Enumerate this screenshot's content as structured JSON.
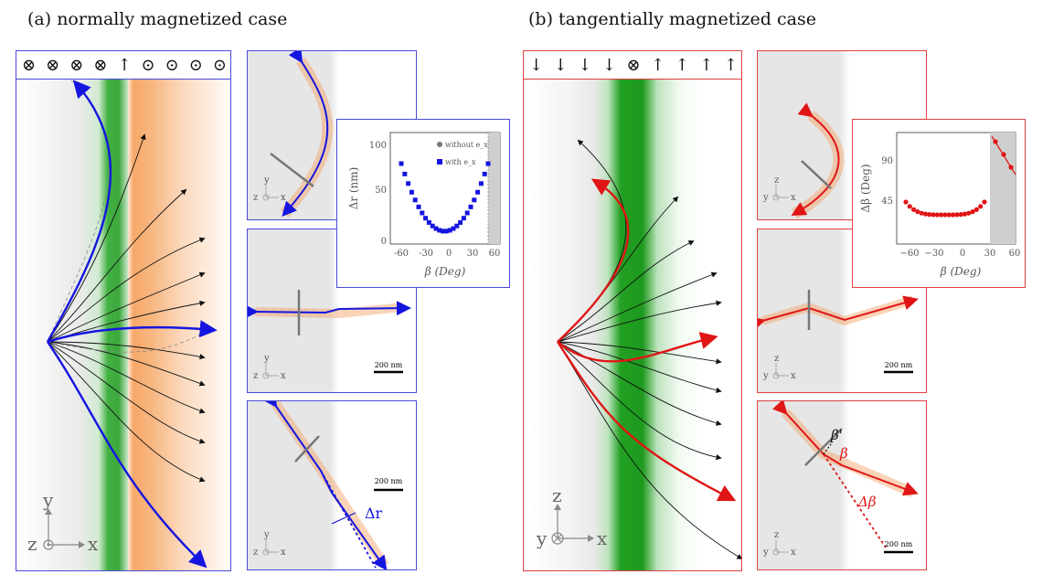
{
  "panel_a": {
    "title": "(a)  normally magnetized case",
    "domain_symbols": [
      "⊗",
      "⊗",
      "⊗",
      "⊗",
      "↑",
      "⊙",
      "⊙",
      "⊙",
      "⊙"
    ],
    "axes": {
      "out": "z",
      "up": "y",
      "right": "x"
    },
    "inset": {
      "ylabel": "Δr (nm)",
      "xlabel": "β (Deg)",
      "yticks": [
        "100",
        "50",
        "0"
      ],
      "xticks": [
        "-60",
        "-30",
        "0",
        "30",
        "60"
      ],
      "legend": [
        "without e_x",
        "with e_x"
      ]
    },
    "scale_label": "200 nm",
    "delta_label": "Δr"
  },
  "panel_b": {
    "title": "(b) tangentially magnetized case",
    "domain_symbols": [
      "↓",
      "↓",
      "↓",
      "↓",
      "⊗",
      "↑",
      "↑",
      "↑",
      "↑"
    ],
    "axes": {
      "out": "y",
      "up": "z",
      "right": "x"
    },
    "inset": {
      "ylabel": "Δβ (Deg)",
      "xlabel": "β (Deg)",
      "yticks": [
        "90",
        "45"
      ],
      "xticks": [
        "−60",
        "−30",
        "0",
        "30",
        "60"
      ]
    },
    "scale_label": "200 nm",
    "beta_prime": "β'",
    "beta": "β",
    "delta_beta": "Δβ"
  },
  "colors": {
    "blue": "#1515e0",
    "red": "#e01515",
    "green": "#2aa02a",
    "orange": "#f08c32"
  }
}
